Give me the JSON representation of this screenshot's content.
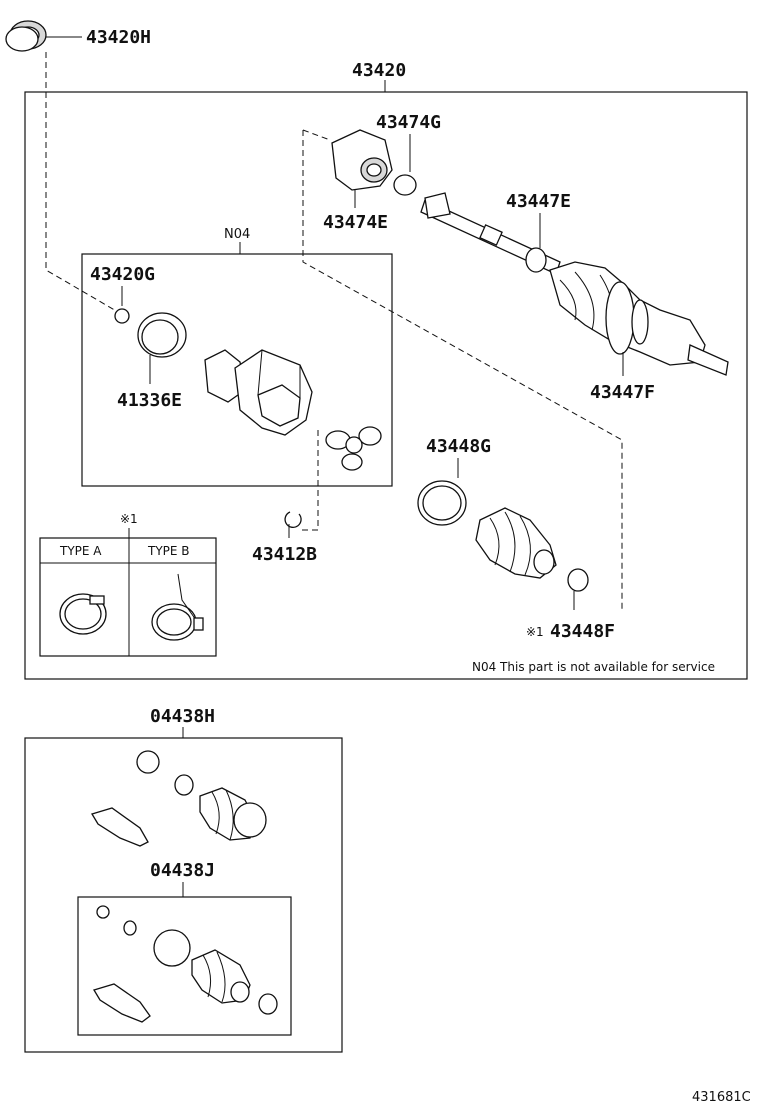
{
  "labels": {
    "p43420H": "43420H",
    "p43420": "43420",
    "p43474G": "43474G",
    "p43474E": "43474E",
    "p43447E": "43447E",
    "p43447F": "43447F",
    "pN04": "N04",
    "p43420G": "43420G",
    "p41336E": "41336E",
    "p43448G": "43448G",
    "p43412B": "43412B",
    "p43448F": "43448F",
    "note1_mark": "※1",
    "note1_mark_small": "※1",
    "p04438H": "04438H",
    "p04438J": "04438J"
  },
  "type_table": {
    "type_a": "TYPE A",
    "type_b": "TYPE B"
  },
  "note_n04": "N04 This part is not available for service",
  "figure_number": "431681C"
}
